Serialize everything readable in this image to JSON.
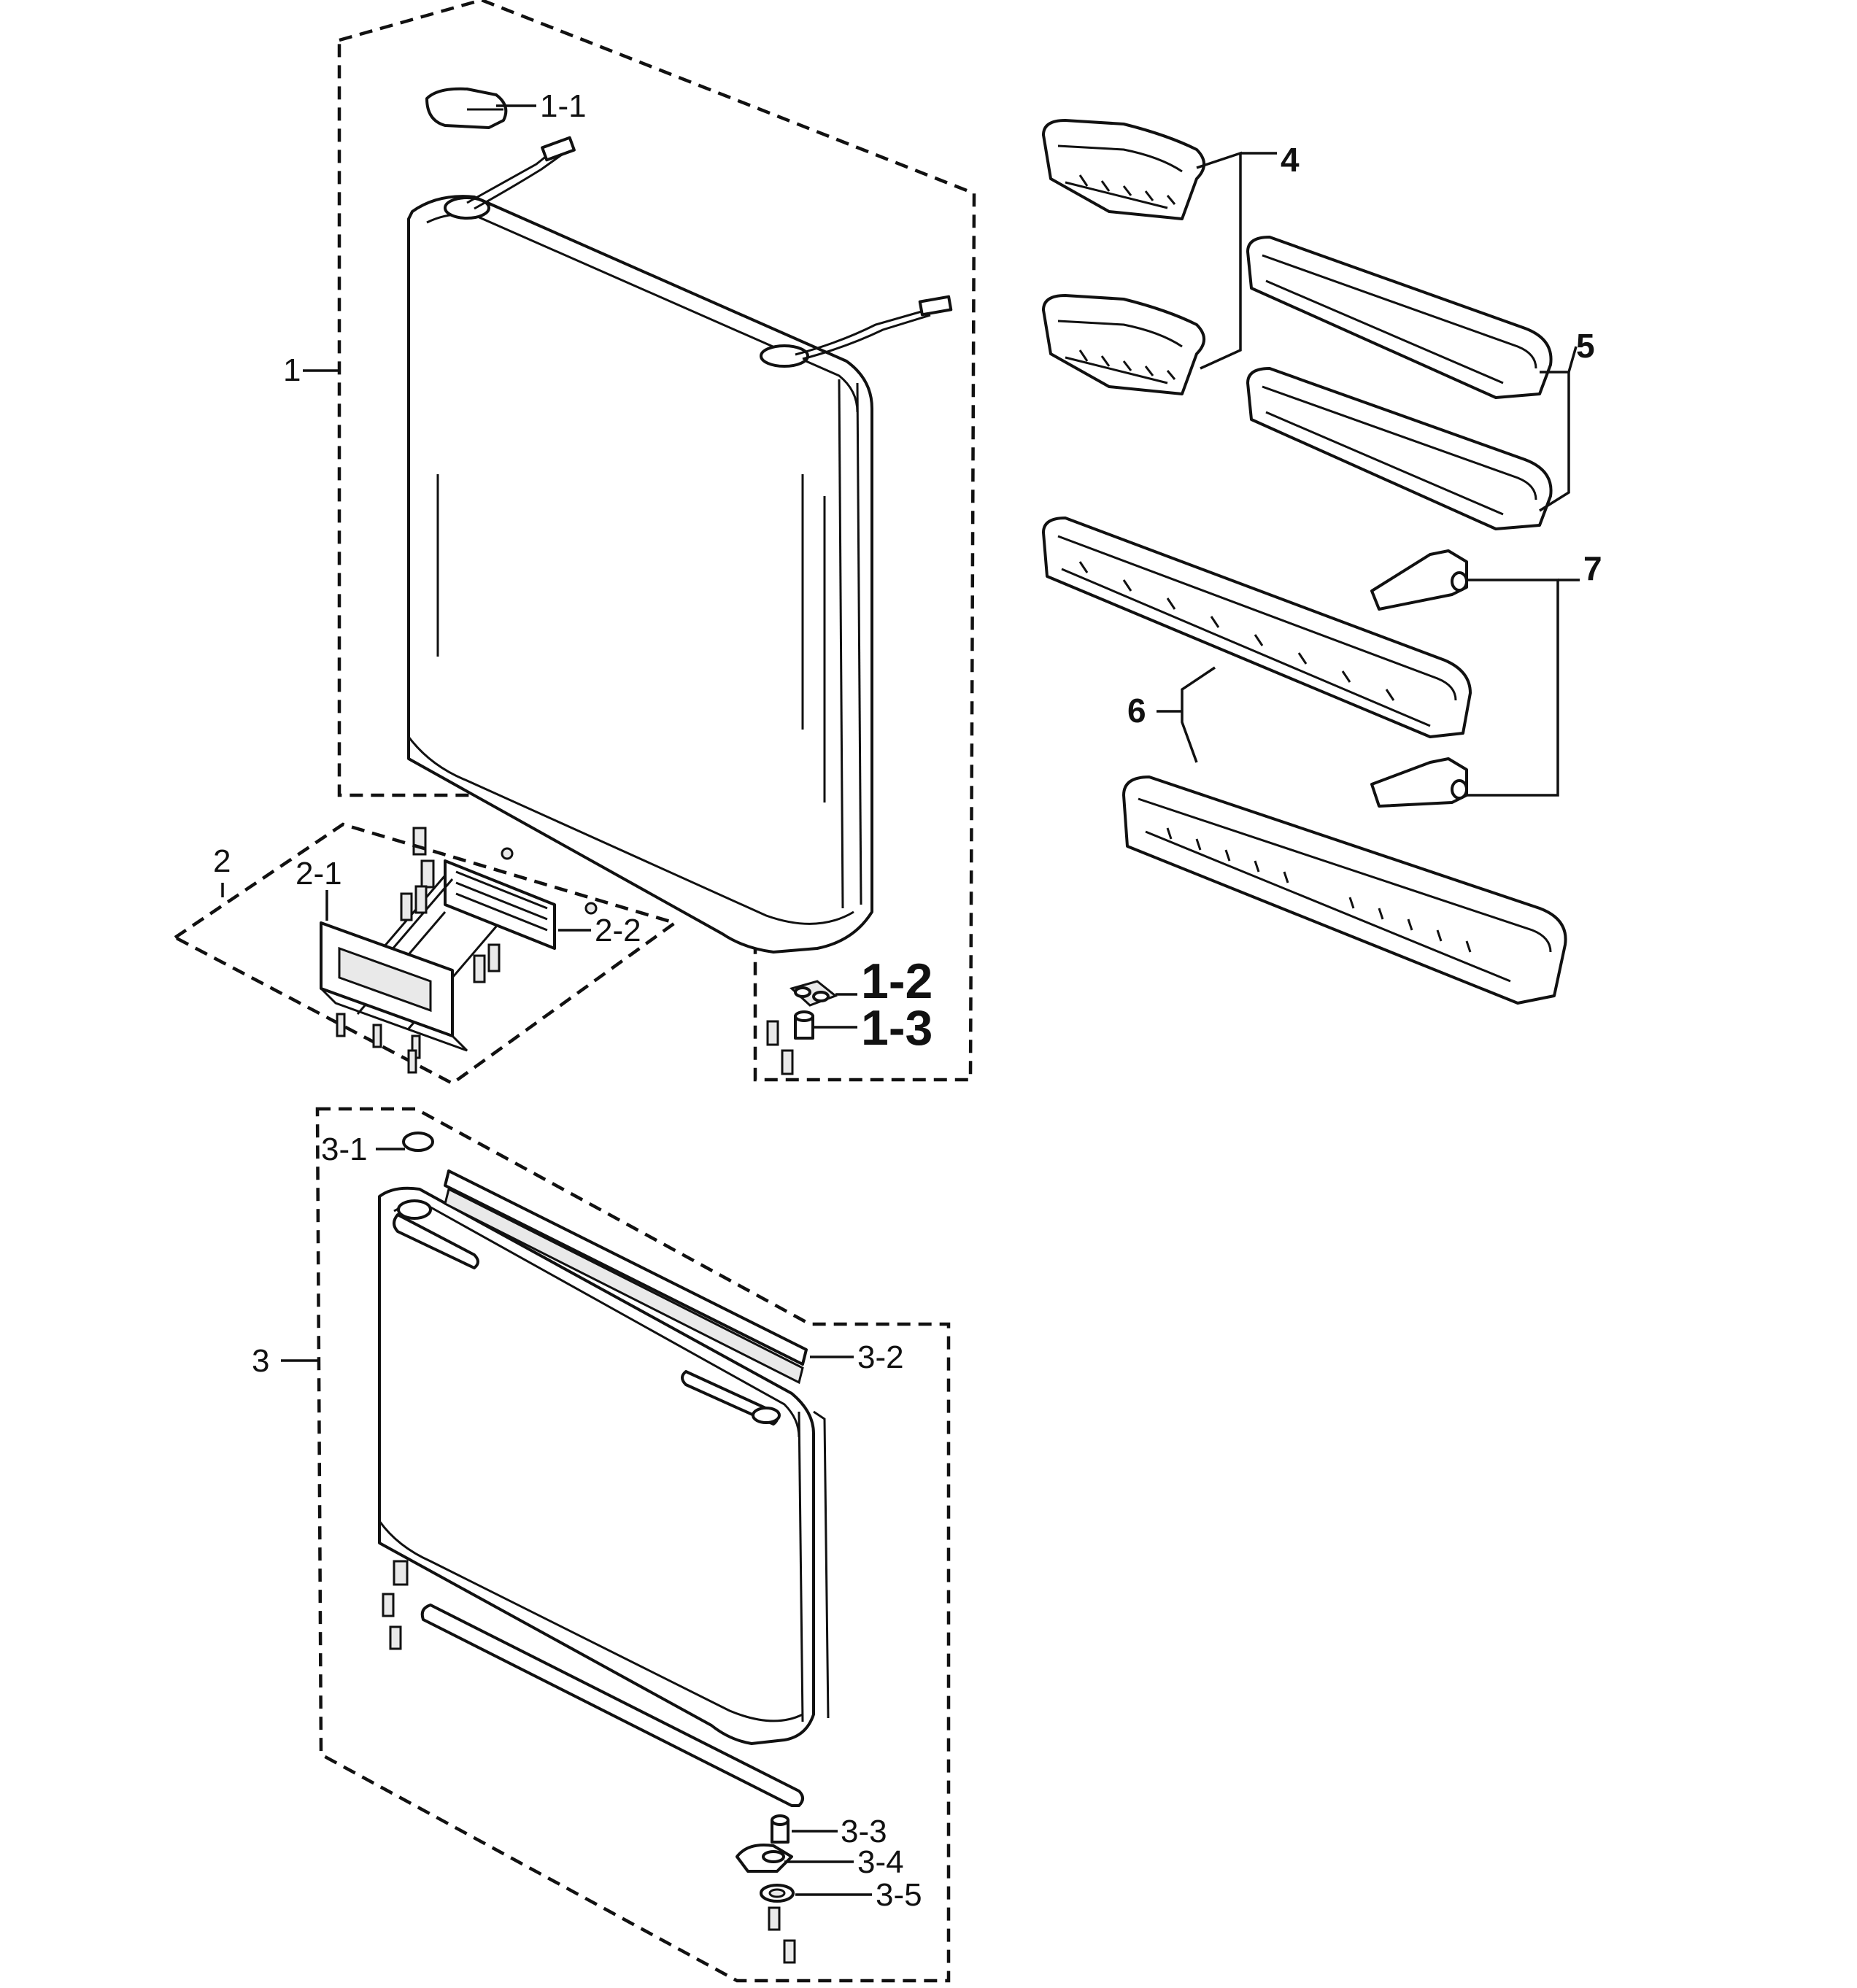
{
  "callouts": {
    "c1": "1",
    "c1_1": "1-1",
    "c1_2": "1-2",
    "c1_3": "1-3",
    "c2": "2",
    "c2_1": "2-1",
    "c2_2": "2-2",
    "c3": "3",
    "c3_1": "3-1",
    "c3_2": "3-2",
    "c3_3": "3-3",
    "c3_4": "3-4",
    "c3_5": "3-5",
    "c4": "4",
    "c5": "5",
    "c6": "6",
    "c7": "7"
  }
}
